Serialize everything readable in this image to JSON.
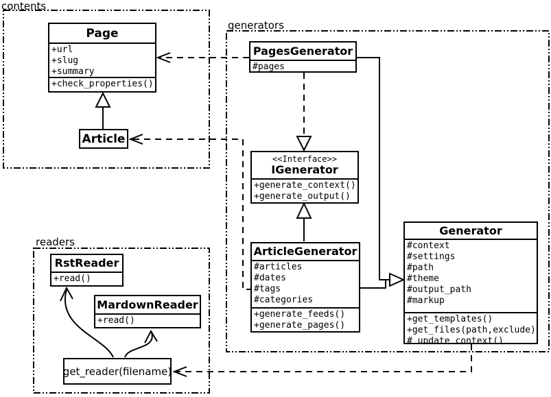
{
  "colors": {
    "foreground": "#000000",
    "background": "#ffffff"
  },
  "packages": {
    "contents": {
      "label": "contents"
    },
    "generators": {
      "label": "generators"
    },
    "readers": {
      "label": "readers"
    }
  },
  "classes": {
    "page": {
      "name": "Page",
      "attributes": [
        "+url",
        "+slug",
        "+summary"
      ],
      "methods": [
        "+check_properties()"
      ]
    },
    "article": {
      "name": "Article"
    },
    "pages_generator": {
      "name": "PagesGenerator",
      "attributes": [
        "#pages"
      ]
    },
    "igenerator": {
      "stereotype": "<<Interface>>",
      "name": "IGenerator",
      "methods": [
        "+generate_context()",
        "+generate_output()"
      ]
    },
    "article_generator": {
      "name": "ArticleGenerator",
      "attributes": [
        "#articles",
        "#dates",
        "#tags",
        "#categories"
      ],
      "methods": [
        "+generate_feeds()",
        "+generate_pages()"
      ]
    },
    "generator": {
      "name": "Generator",
      "attributes": [
        "#context",
        "#settings",
        "#path",
        "#theme",
        "#output_path",
        "#markup"
      ],
      "methods": [
        "+get_templates()",
        "+get_files(path,exclude)",
        "#_update_context()"
      ]
    },
    "rst_reader": {
      "name": "RstReader",
      "methods": [
        "+read()"
      ]
    },
    "markdown_reader": {
      "name": "MardownReader",
      "methods": [
        "+read()"
      ]
    },
    "get_reader": {
      "name": "get_reader(filename)"
    }
  },
  "relations": [
    {
      "from": "Article",
      "to": "Page",
      "type": "inheritance"
    },
    {
      "from": "PagesGenerator",
      "to": "Page",
      "type": "dependency"
    },
    {
      "from": "PagesGenerator",
      "to": "IGenerator",
      "type": "realization"
    },
    {
      "from": "ArticleGenerator",
      "to": "IGenerator",
      "type": "inheritance"
    },
    {
      "from": "ArticleGenerator",
      "to": "Article",
      "type": "dependency"
    },
    {
      "from": "PagesGenerator",
      "to": "Generator",
      "type": "inheritance"
    },
    {
      "from": "ArticleGenerator",
      "to": "Generator",
      "type": "inheritance"
    },
    {
      "from": "Generator",
      "to": "get_reader(filename)",
      "type": "dependency"
    },
    {
      "from": "get_reader(filename)",
      "to": "RstReader",
      "type": "association"
    },
    {
      "from": "get_reader(filename)",
      "to": "MardownReader",
      "type": "association"
    }
  ]
}
